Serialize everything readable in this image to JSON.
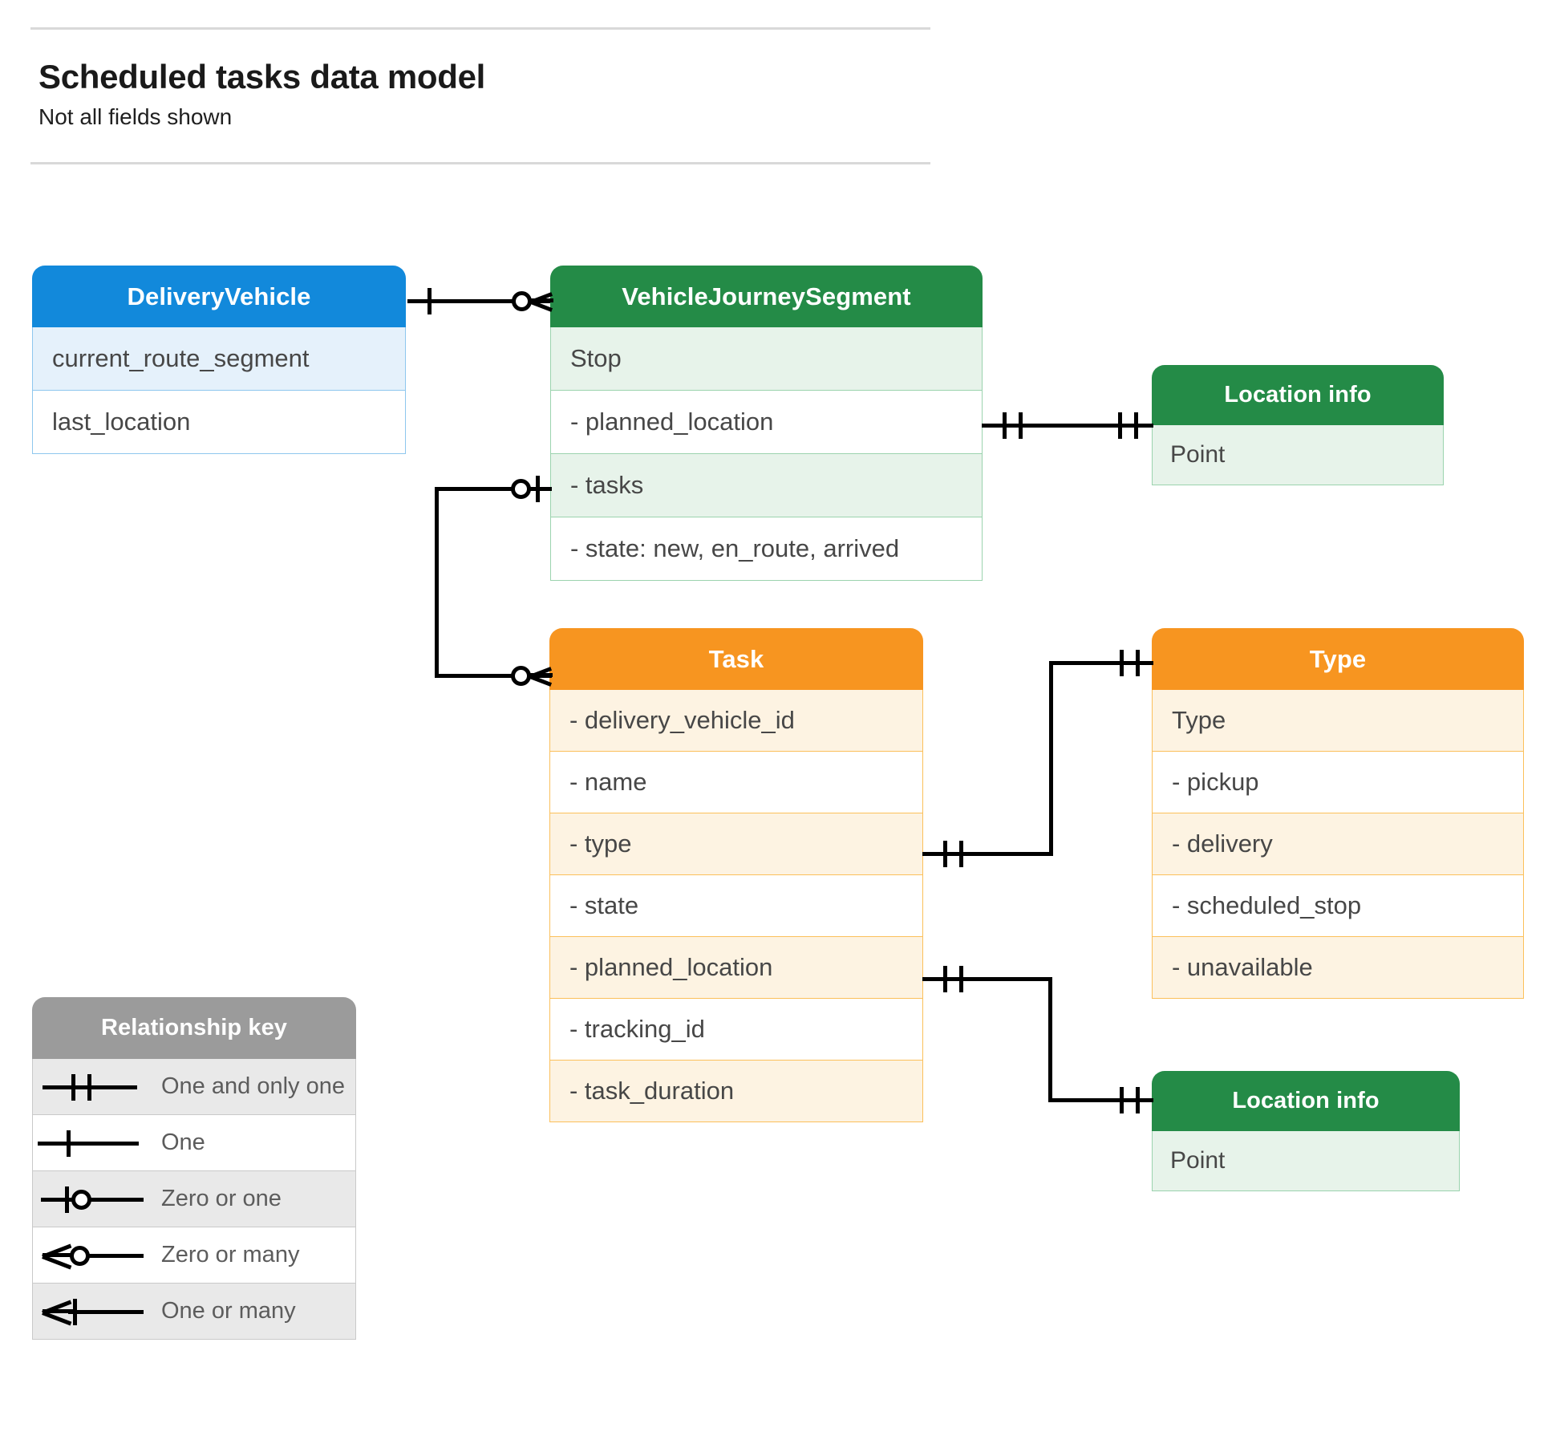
{
  "header": {
    "title": "Scheduled tasks data model",
    "subtitle": "Not all fields shown"
  },
  "entities": {
    "delivery_vehicle": {
      "title": "DeliveryVehicle",
      "color": "#1289db",
      "rows": [
        "current_route_segment",
        "last_location"
      ]
    },
    "vehicle_journey_segment": {
      "title": "VehicleJourneySegment",
      "color": "#248b47",
      "rows": [
        "Stop",
        "-  planned_location",
        "- tasks",
        "- state: new, en_route, arrived"
      ]
    },
    "location_info_top": {
      "title": "Location info",
      "color": "#248b47",
      "rows": [
        "Point"
      ]
    },
    "task": {
      "title": "Task",
      "color": "#f79520",
      "rows": [
        "- delivery_vehicle_id",
        "- name",
        "- type",
        "- state",
        "- planned_location",
        "- tracking_id",
        "- task_duration"
      ]
    },
    "type": {
      "title": "Type",
      "color": "#f79520",
      "rows": [
        "Type",
        "-   pickup",
        "-   delivery",
        "-   scheduled_stop",
        "-   unavailable"
      ]
    },
    "location_info_bottom": {
      "title": "Location info",
      "color": "#248b47",
      "rows": [
        "Point"
      ]
    }
  },
  "legend": {
    "title": "Relationship key",
    "color": "#9b9b9b",
    "items": [
      {
        "symbol": "one-and-only-one",
        "label": "One and only one"
      },
      {
        "symbol": "one",
        "label": "One"
      },
      {
        "symbol": "zero-or-one",
        "label": "Zero or one"
      },
      {
        "symbol": "zero-or-many",
        "label": "Zero or many"
      },
      {
        "symbol": "one-or-many",
        "label": "One or many"
      }
    ]
  },
  "relationships": [
    {
      "from": "delivery_vehicle",
      "from_cardinality": "one",
      "to": "vehicle_journey_segment",
      "to_cardinality": "zero-or-many"
    },
    {
      "from": "vehicle_journey_segment.planned_location",
      "from_cardinality": "one-and-only-one",
      "to": "location_info_top",
      "to_cardinality": "one-and-only-one"
    },
    {
      "from": "vehicle_journey_segment.tasks",
      "from_cardinality": "zero-or-one",
      "to": "task",
      "to_cardinality": "zero-or-many"
    },
    {
      "from": "task.type",
      "from_cardinality": "one-and-only-one",
      "to": "type",
      "to_cardinality": "one-and-only-one"
    },
    {
      "from": "task.planned_location",
      "from_cardinality": "one-and-only-one",
      "to": "location_info_bottom",
      "to_cardinality": "one-and-only-one"
    }
  ]
}
